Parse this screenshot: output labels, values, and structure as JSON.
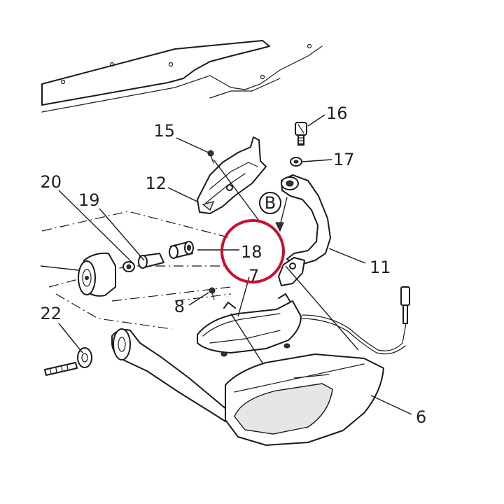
{
  "callouts": {
    "c6": "6",
    "c7": "7",
    "c8": "8",
    "c11": "11",
    "c12": "12",
    "c15": "15",
    "c16": "16",
    "c17": "17",
    "c18": "18",
    "c19": "19",
    "c20": "20",
    "c22": "22"
  },
  "detail_marker": "B",
  "colors": {
    "highlight": "#c8102e",
    "line": "#1a1a1a",
    "text": "#222222"
  }
}
